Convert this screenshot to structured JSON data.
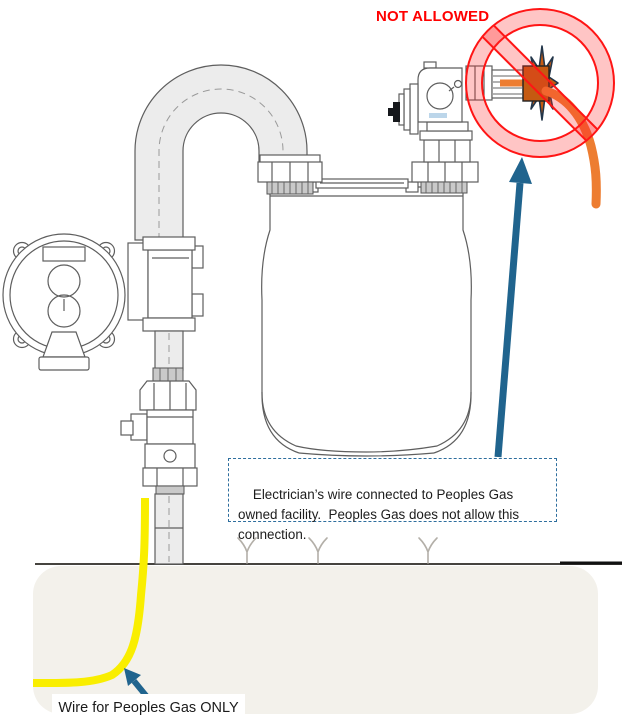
{
  "annotations": {
    "not_allowed": "NOT ALLOWED",
    "callout": "Electrician’s wire connected to Peoples Gas\nowned facility.  Peoples Gas does not allow this\nconnection.",
    "bottom_label": "Wire for Peoples Gas ONLY"
  },
  "colors": {
    "not_allowed_red": "#FF0000",
    "prohibition_red": "#FF1515",
    "prohibition_pink": "#FF2A2A45",
    "electrician_wire_orange": "#ED7D31",
    "spark_burst_brown": "#C55A11",
    "peoples_gas_wire_yellow": "#F9EE00",
    "arrow_blue": "#20648E",
    "callout_border_blue": "#2E6E9E",
    "ground_beige": "#F3F1EB",
    "line_art_gray": "#5E5E5E"
  }
}
